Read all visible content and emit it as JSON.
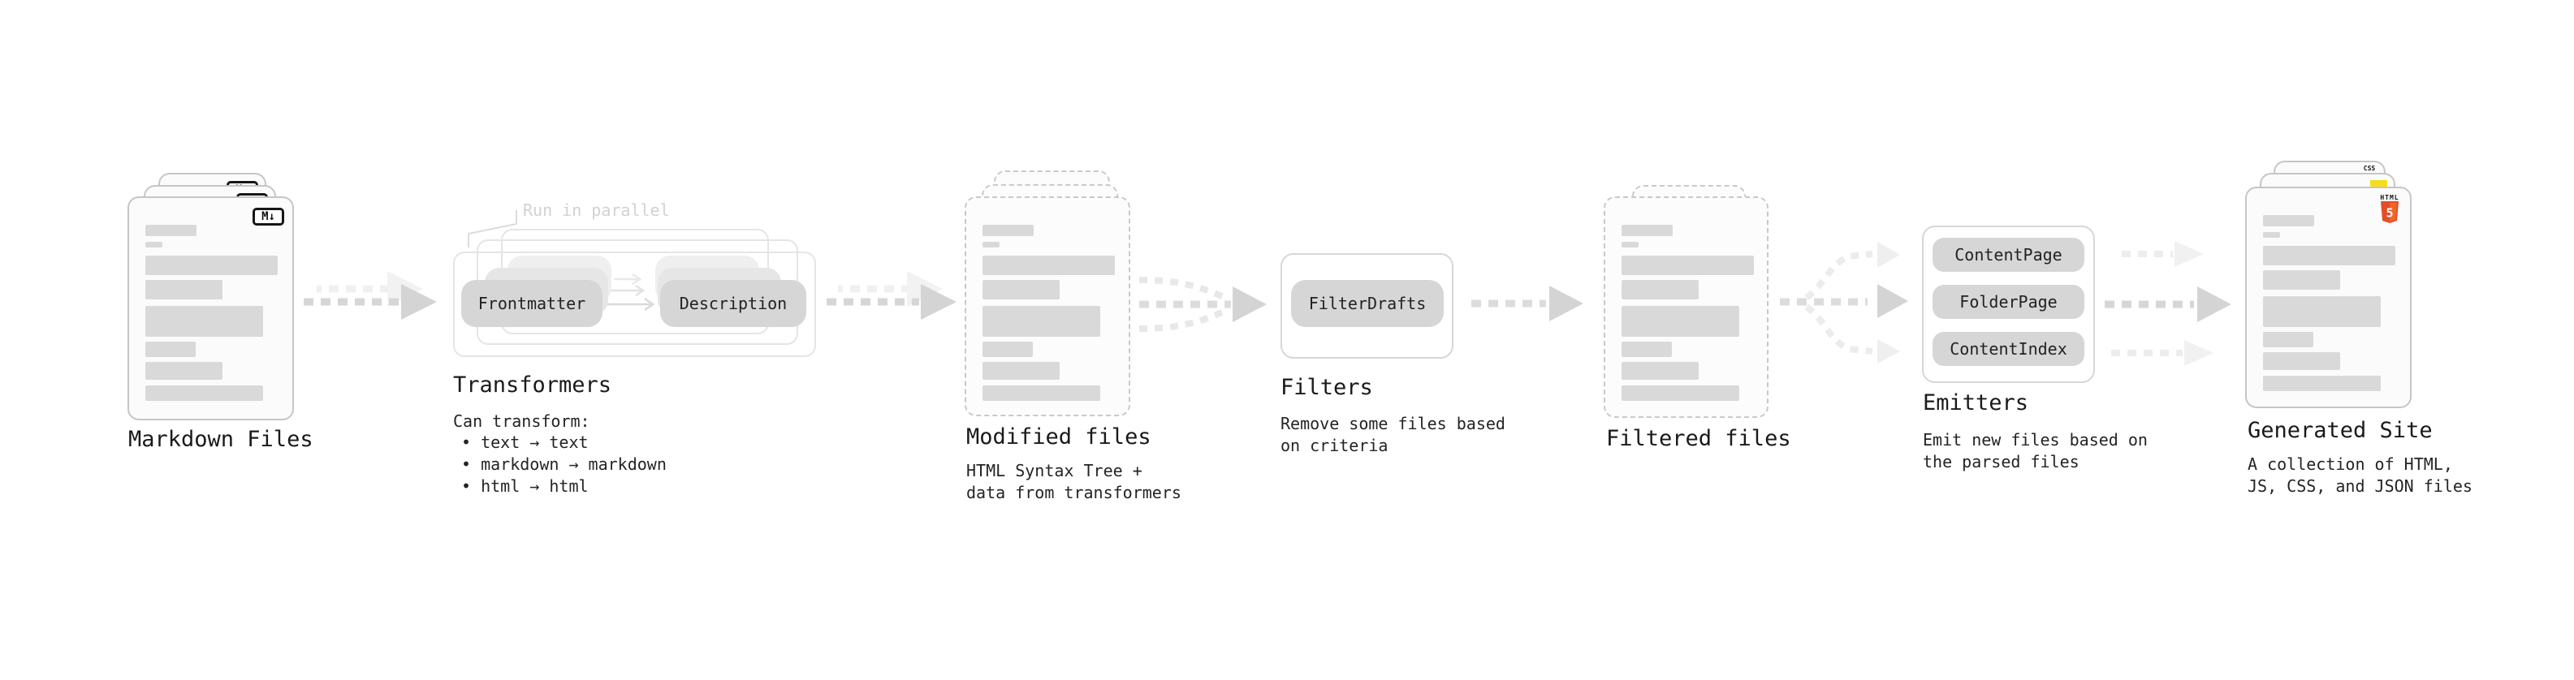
{
  "markdown": {
    "label": "Markdown Files",
    "icon": "M↓"
  },
  "transformers": {
    "heading": "Transformers",
    "note": "Run in parallel",
    "buttons": [
      "Frontmatter",
      "Description"
    ],
    "caption_title": "Can transform:",
    "bullets": [
      "• text → text",
      "• markdown → markdown",
      "• html → html"
    ]
  },
  "modified": {
    "label": "Modified files",
    "caption": "HTML Syntax Tree +\ndata from transformers"
  },
  "filters": {
    "heading": "Filters",
    "button": "FilterDrafts",
    "caption": "Remove some files based\non criteria"
  },
  "filtered": {
    "label": "Filtered files"
  },
  "emitters": {
    "heading": "Emitters",
    "buttons": [
      "ContentPage",
      "FolderPage",
      "ContentIndex"
    ],
    "caption": "Emit new files based on\nthe parsed files"
  },
  "generated": {
    "label": "Generated Site",
    "caption": "A collection of HTML,\nJS, CSS, and JSON files",
    "badges": {
      "css": "CSS",
      "html": "HTML",
      "html5_number": "5"
    }
  },
  "colors": {
    "html5_orange": "#e44d26",
    "html5_orange_light": "#f16529",
    "js_yellow": "#f5de19",
    "css_blue": "#2965f1",
    "chip_gray": "#d6d6d6",
    "bar_gray": "#d9d9d9",
    "arrow_gray": "#d4d4d4",
    "arrow_light": "#efefef"
  }
}
